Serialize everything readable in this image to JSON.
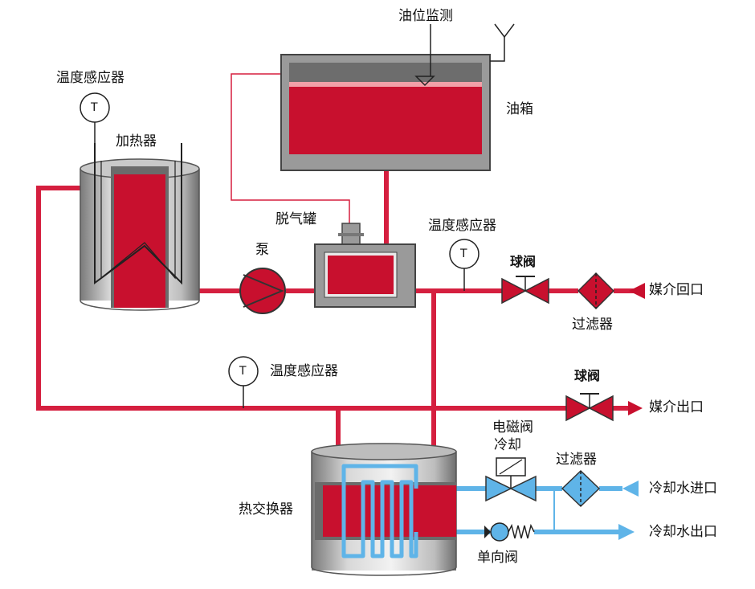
{
  "labels": {
    "oil_level_monitor": "油位监测",
    "oil_tank": "油箱",
    "temp_sensor_heater": "温度感应器",
    "heater": "加热器",
    "degas_tank": "脱气罐",
    "pump": "泵",
    "temp_sensor_right": "温度感应器",
    "ball_valve_return": "球阀",
    "filter_return": "过滤器",
    "medium_return": "媒介回口",
    "temp_sensor_bottom": "温度感应器",
    "ball_valve_out": "球阀",
    "medium_out": "媒介出口",
    "solenoid_valve": "电磁阀",
    "cooling": "冷却",
    "filter_cooling": "过滤器",
    "heat_exchanger": "热交换器",
    "cooling_water_in": "冷却水进口",
    "cooling_water_out": "冷却水出口",
    "check_valve": "单向阀",
    "sensor_symbol": "T"
  },
  "colors": {
    "oil": "#c8102e",
    "pipe_red": "#d51f3f",
    "water": "#5fb4e8",
    "vessel_grey": "#9a9a9a",
    "vessel_dark": "#555555"
  }
}
